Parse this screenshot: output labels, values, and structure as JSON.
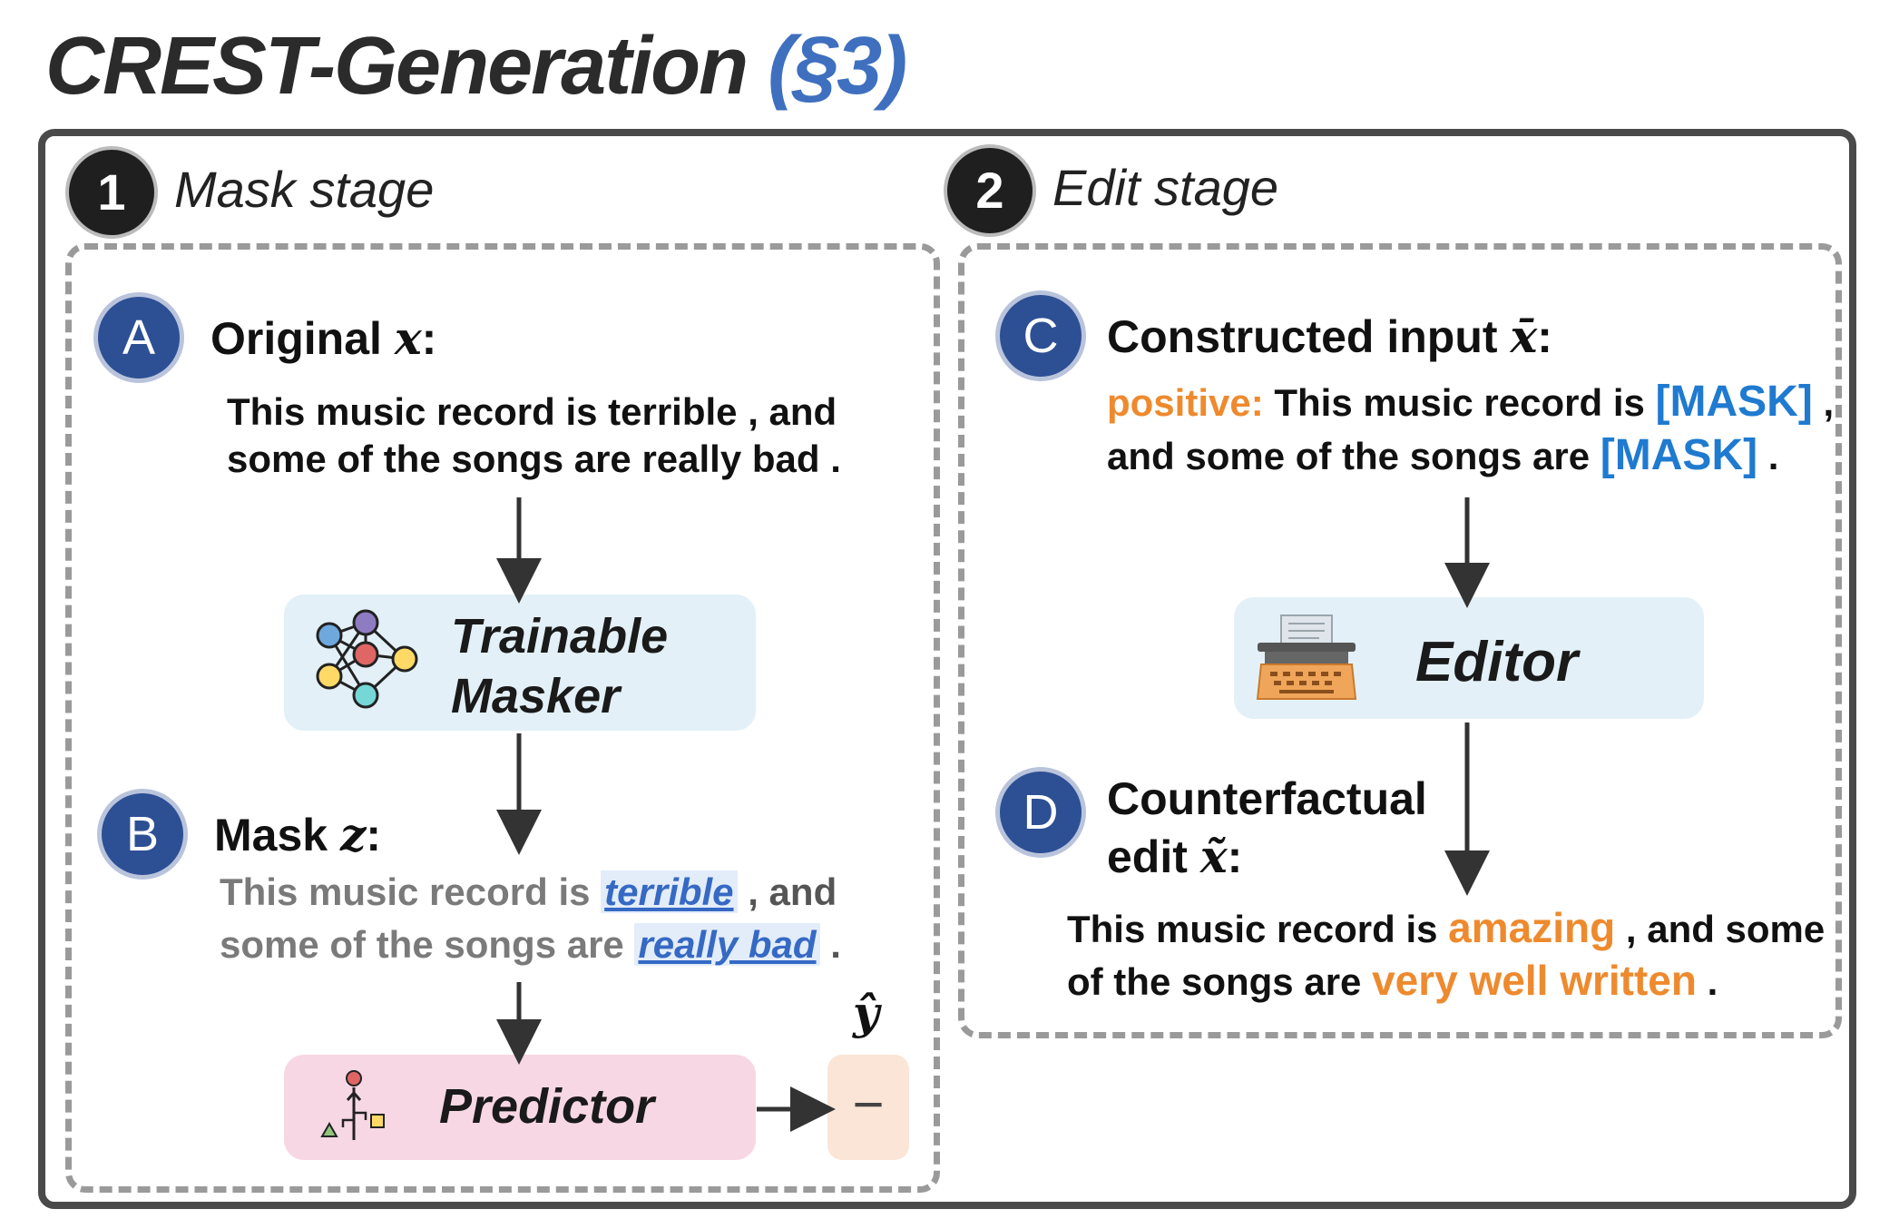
{
  "title": {
    "main": "CREST-Generation",
    "ref": "(§3)"
  },
  "stage1": {
    "num": "1",
    "label": "Mask stage"
  },
  "stage2": {
    "num": "2",
    "label": "Edit stage"
  },
  "A": {
    "badge": "A",
    "label": "Original",
    "var": "x",
    "colon": ":",
    "line1": "This music record is terrible , and",
    "line2": "some of the songs are really bad ."
  },
  "masker": {
    "line1": "Trainable",
    "line2": "Masker"
  },
  "B": {
    "badge": "B",
    "label": "Mask",
    "var": "z",
    "colon": ":",
    "l1_pre": "This music record is ",
    "l1_hl": "terrible",
    "l1_post": " , and",
    "l2_pre": "some of the songs are ",
    "l2_hl": "really bad",
    "l2_post": " ."
  },
  "predictor": {
    "label": "Predictor"
  },
  "output": {
    "yhat": "ŷ",
    "value": "−"
  },
  "C": {
    "badge": "C",
    "label": "Constructed input",
    "var": "x̄",
    "colon": ":",
    "prefix": "positive:",
    "l1_pre": " This music record is ",
    "mask1": "[MASK]",
    "l1_post": " ,",
    "l2_pre": "and some of the songs are ",
    "mask2": "[MASK]",
    "l2_post": " ."
  },
  "editor": {
    "label": "Editor"
  },
  "D": {
    "badge": "D",
    "label1": "Counterfactual",
    "label2": "edit",
    "var": "x̃",
    "colon": ":",
    "l1_pre": "This music record is ",
    "l1_or": "amazing",
    "l1_post": " , and some",
    "l2_pre": "of the songs are ",
    "l2_or": "very well written",
    "l2_post": " ."
  },
  "colors": {
    "accent_blue": "#3f6fbf",
    "badge": "#2d4f94",
    "orange": "#ee8a2e",
    "mask_blue": "#1f7ad0",
    "masker_bg": "#e3f0f7",
    "predictor_bg": "#f8d7e4",
    "output_bg": "#fbe5d6"
  },
  "icons": [
    "network-icon",
    "decision-icon",
    "typewriter-icon"
  ]
}
